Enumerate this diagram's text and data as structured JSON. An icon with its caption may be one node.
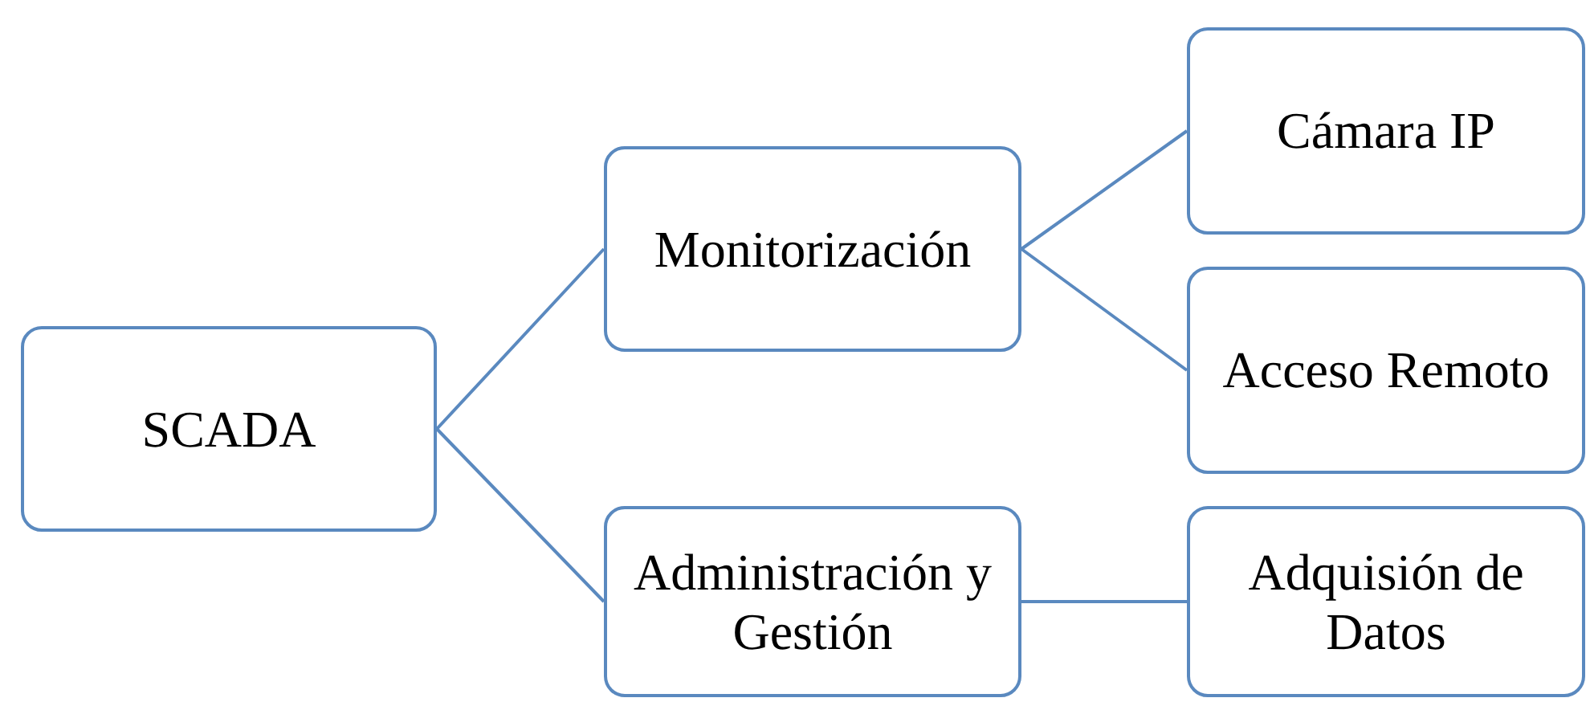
{
  "diagram": {
    "nodes": [
      {
        "text": [
          "SCADA"
        ]
      },
      {
        "text": [
          "Monitorización"
        ]
      },
      {
        "text": [
          "Administración y Gestión"
        ]
      },
      {
        "text": [
          "Cámara IP"
        ]
      },
      {
        "text": [
          "Acceso Remoto"
        ]
      },
      {
        "text": [
          "Adquisión de Datos"
        ]
      }
    ],
    "edges": [
      {
        "from": 0,
        "to": 1,
        "arrow": "none"
      },
      {
        "from": 0,
        "to": 2,
        "arrow": "none"
      },
      {
        "from": 1,
        "to": 3,
        "arrow": "none"
      },
      {
        "from": 1,
        "to": 4,
        "arrow": "none"
      },
      {
        "from": 2,
        "to": 5,
        "arrow": "none"
      }
    ]
  }
}
